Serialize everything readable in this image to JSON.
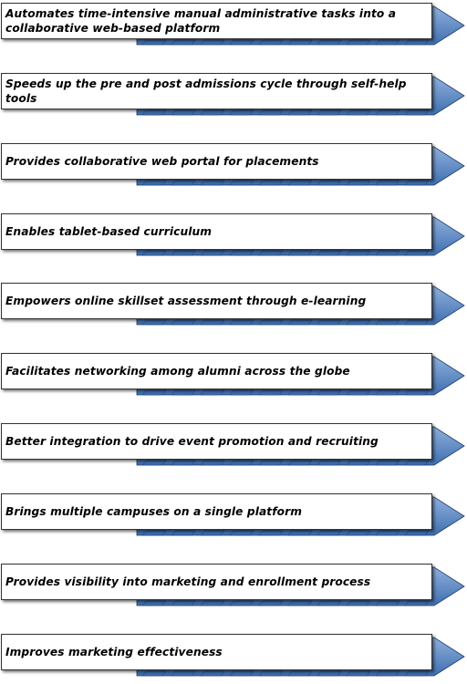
{
  "items": [
    {
      "text": "Automates time-intensive manual administrative tasks into a collaborative web-based platform"
    },
    {
      "text": "Speeds up the pre and post admissions cycle through self-help tools"
    },
    {
      "text": "Provides collaborative web portal for placements"
    },
    {
      "text": "Enables tablet-based curriculum"
    },
    {
      "text": "Empowers online skillset assessment through e-learning"
    },
    {
      "text": "Facilitates networking among alumni across the globe"
    },
    {
      "text": "Better integration to drive event promotion and recruiting"
    },
    {
      "text": "Brings multiple campuses on a single platform"
    },
    {
      "text": "Provides visibility into marketing and enrollment process"
    },
    {
      "text": "Improves marketing effectiveness"
    }
  ],
  "colors": {
    "arrow_fill_light": "#8fb0dc",
    "arrow_fill_dark": "#3f6fb0",
    "arrow_stroke": "#1f3d6b",
    "text": "#000000"
  }
}
